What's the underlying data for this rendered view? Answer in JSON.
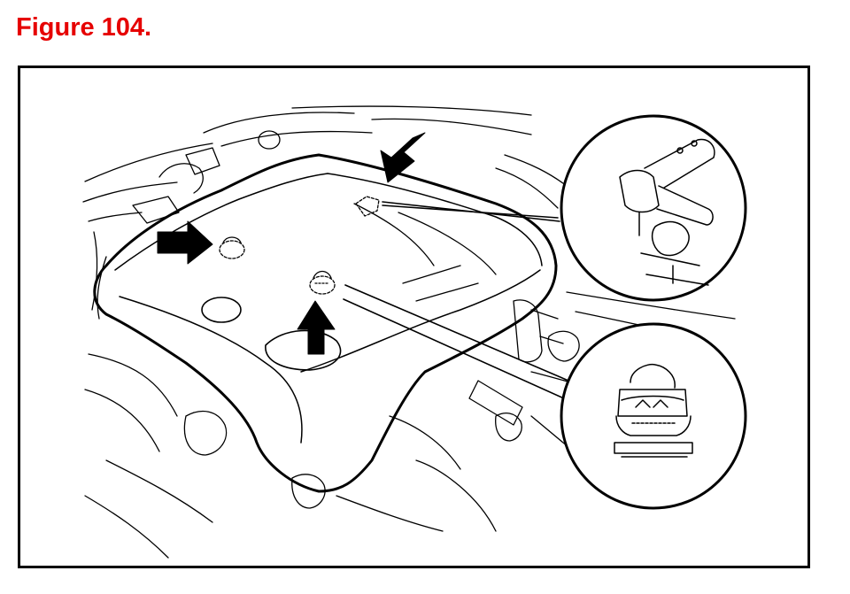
{
  "figure": {
    "title": "Figure 104.",
    "title_color": "#e60000",
    "frame_color": "#000000",
    "line_color": "#000000",
    "background": "#ffffff"
  },
  "callouts": [
    {
      "name": "clip-detail-inset",
      "depicts": "engine-cover-clip-on-bracket"
    },
    {
      "name": "grommet-detail-inset",
      "depicts": "engine-cover-rubber-grommet"
    }
  ],
  "arrows": [
    {
      "name": "arrow-left-grommet",
      "direction": "right"
    },
    {
      "name": "arrow-rear-clip",
      "direction": "down-left"
    },
    {
      "name": "arrow-center-grommet",
      "direction": "up"
    }
  ]
}
